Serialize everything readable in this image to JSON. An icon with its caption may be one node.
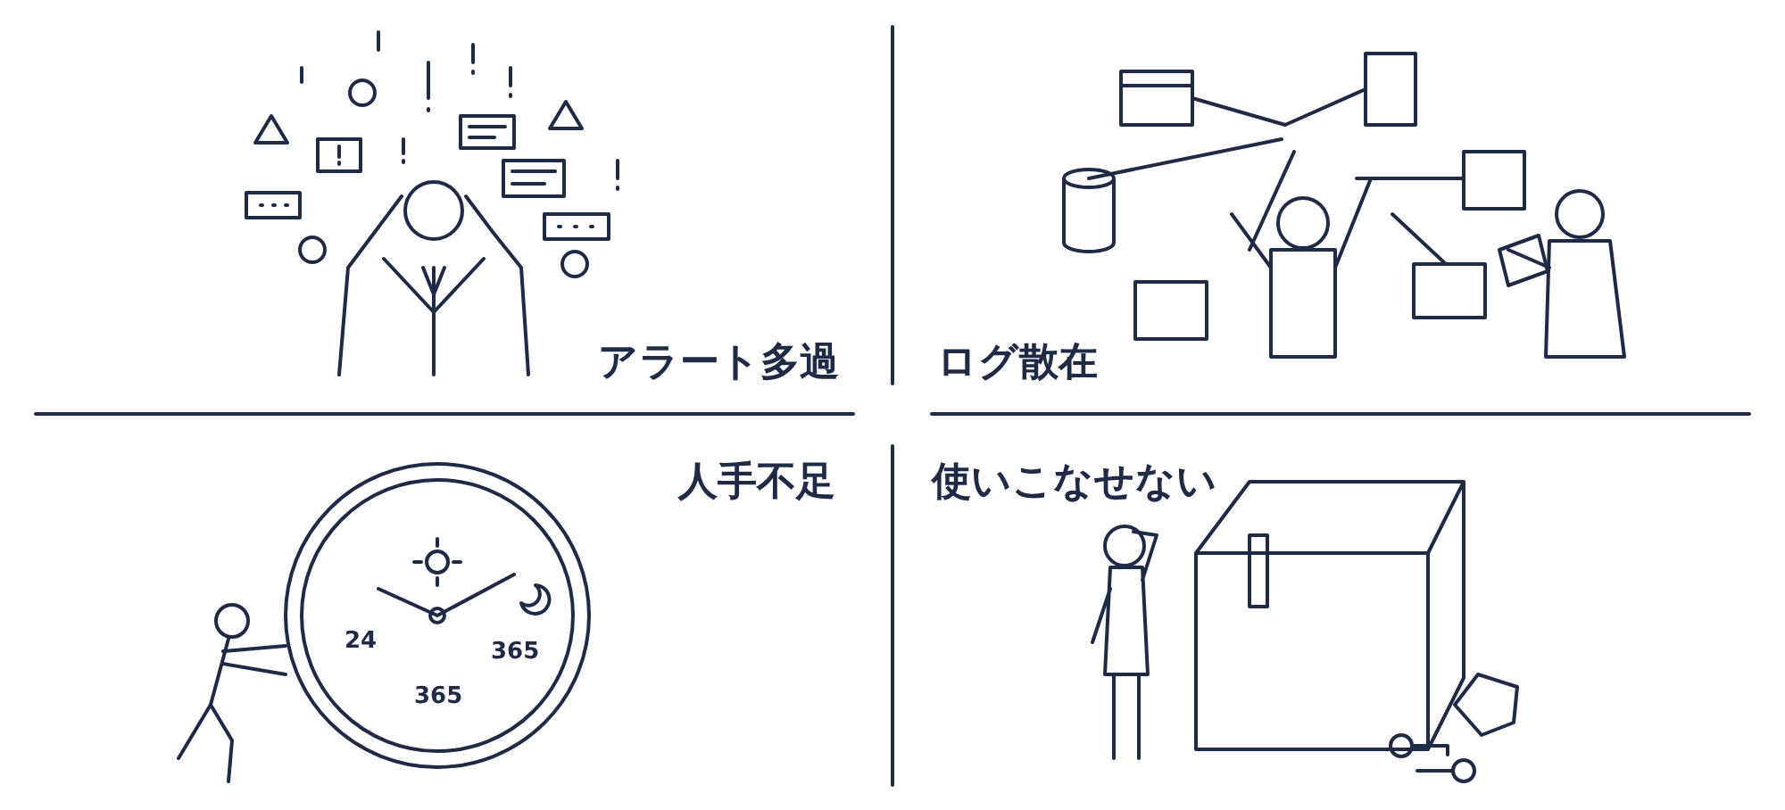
{
  "diagram": {
    "labels": [
      "アラート多過",
      "ログ散在",
      "人手不足",
      "使いこなせない",
      "24",
      "365",
      "365"
    ]
  }
}
